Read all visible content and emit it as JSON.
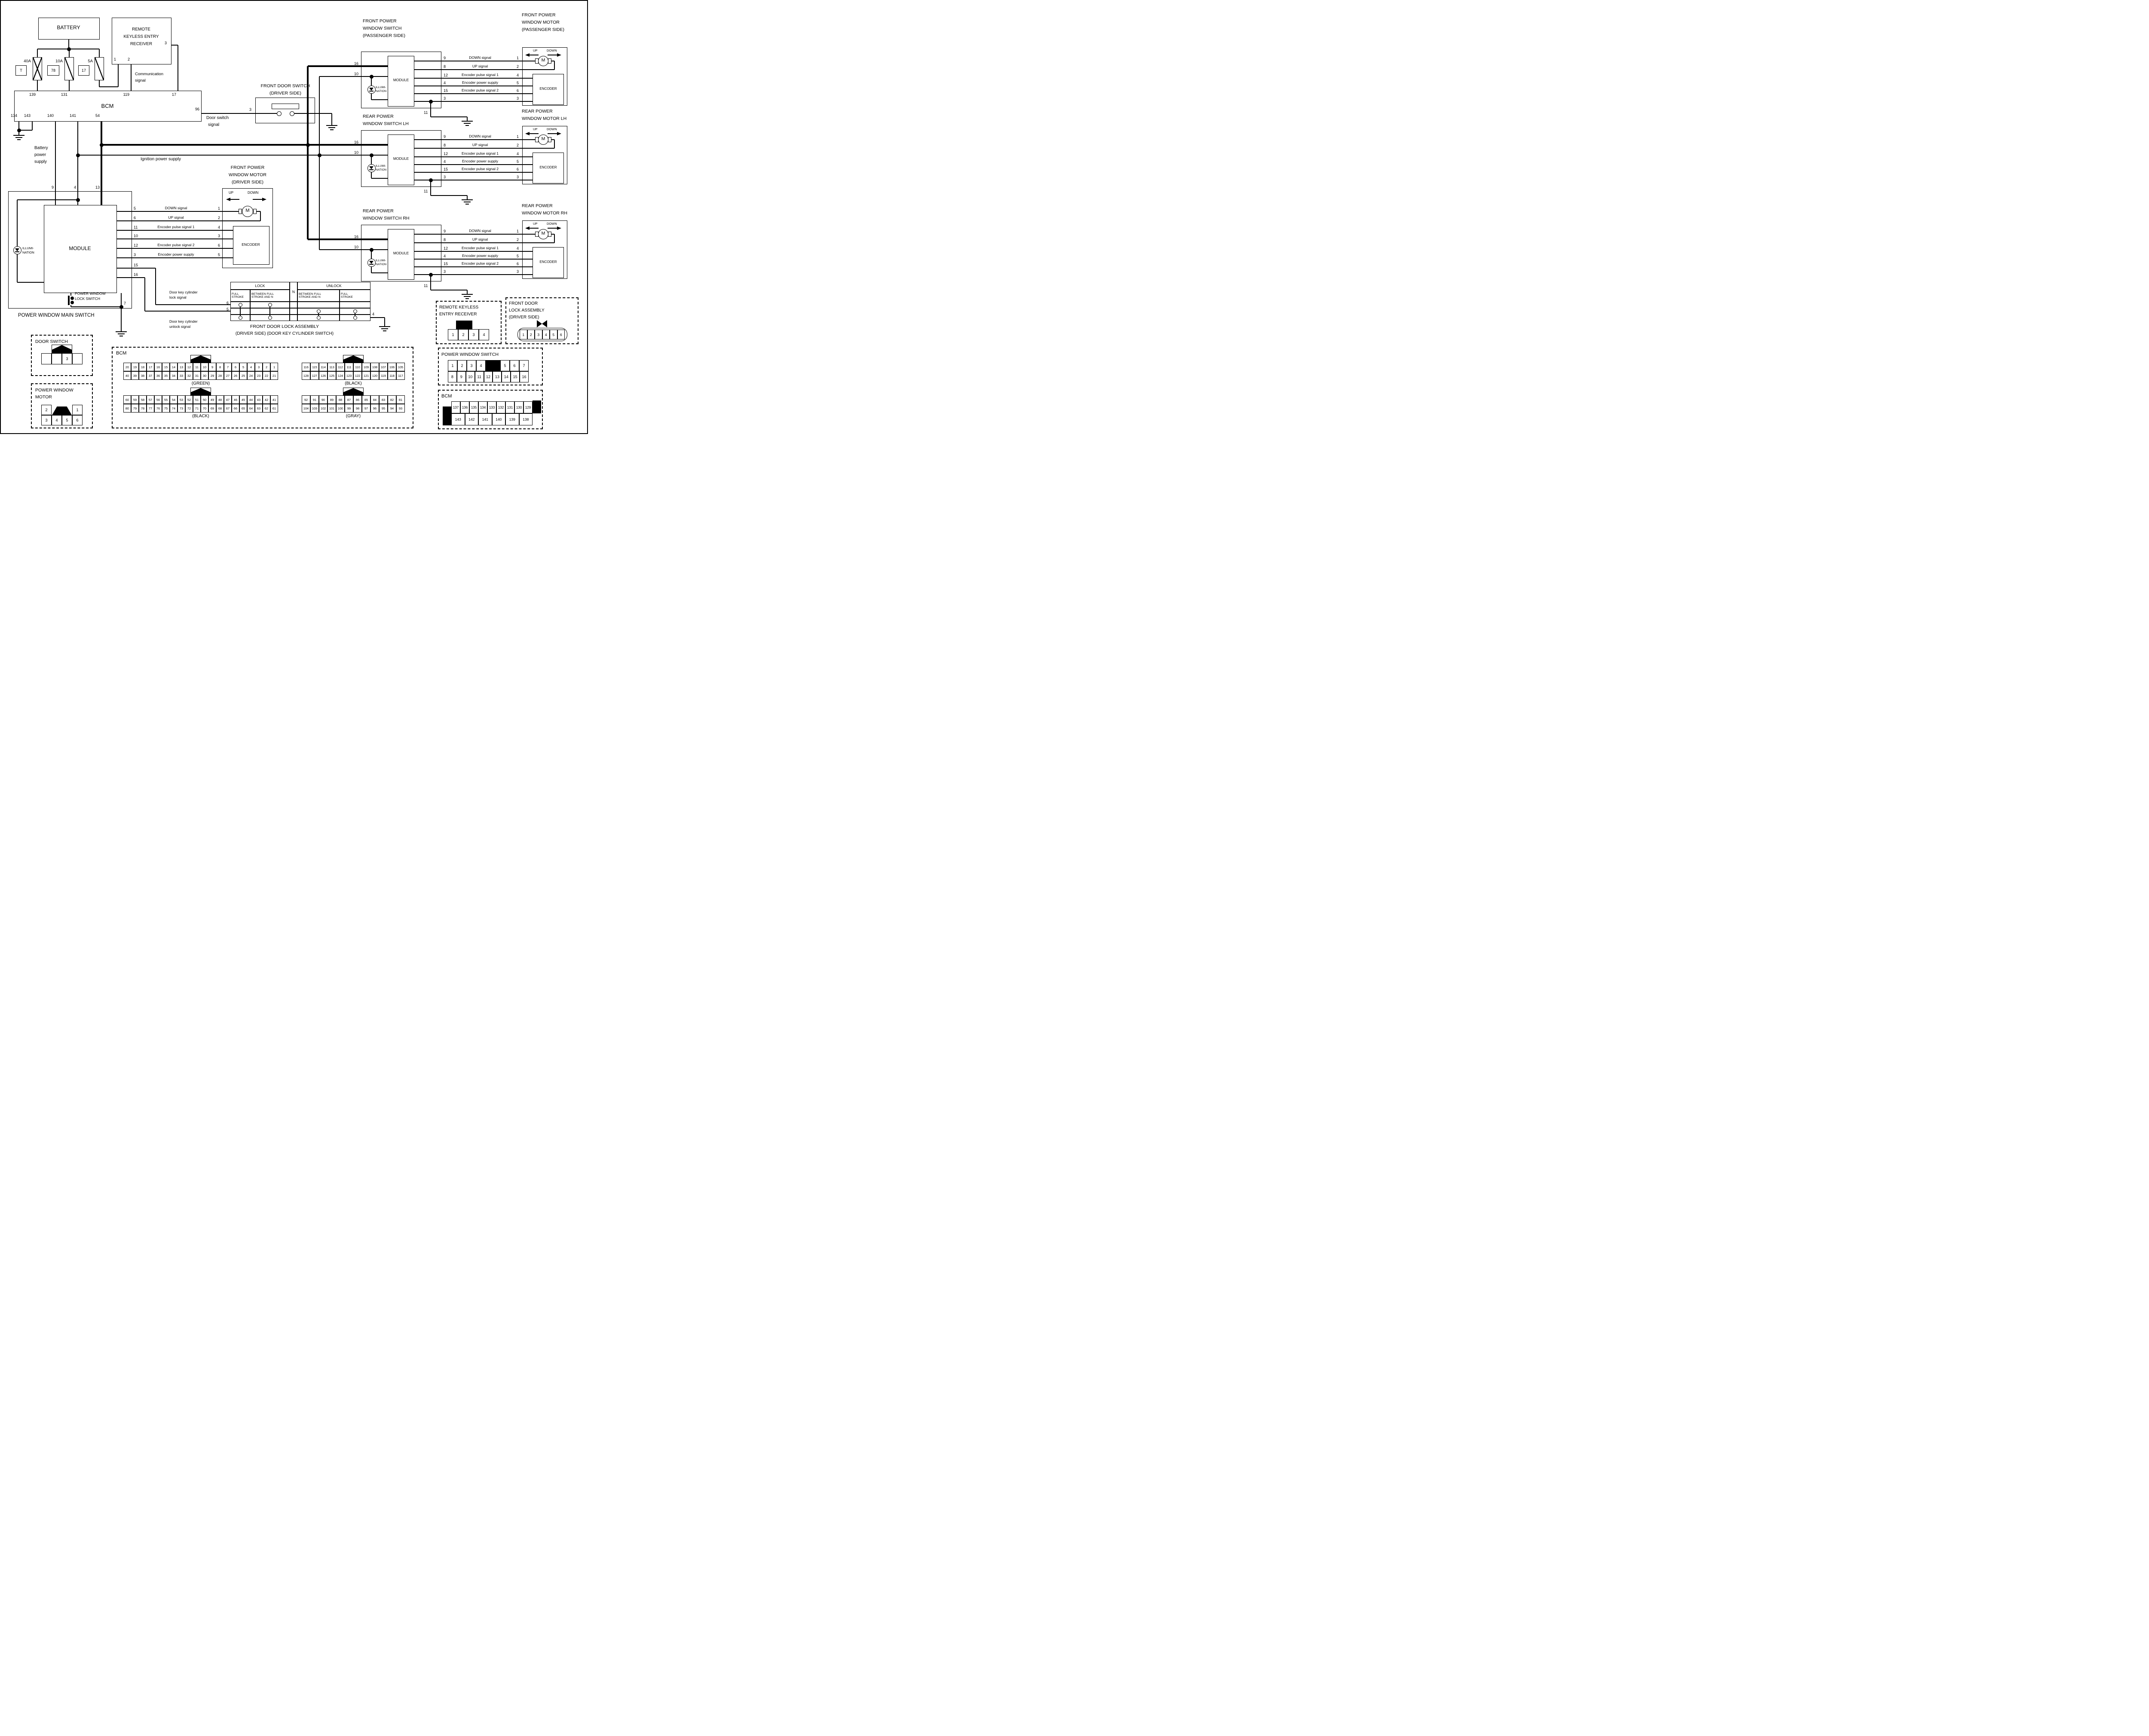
{
  "diagram": {
    "battery": "BATTERY",
    "rke": {
      "title": [
        "REMOTE",
        "KEYLESS ENTRY",
        "RECEIVER"
      ],
      "pins": [
        "1",
        "2",
        "3"
      ]
    },
    "fuses": [
      {
        "amp": "40A",
        "tag": "T"
      },
      {
        "amp": "10A",
        "tag": "78"
      },
      {
        "amp": "5A",
        "tag": "17"
      }
    ],
    "bcm": {
      "label": "BCM",
      "top_pins": [
        "139",
        "131",
        "119",
        "17"
      ],
      "bottom_pins": [
        "134",
        "143",
        "140",
        "141",
        "54"
      ],
      "right_pin": "96"
    },
    "front_door_switch": {
      "title": [
        "FRONT DOOR SWITCH",
        "(DRIVER SIDE)"
      ],
      "pin": "3"
    },
    "wire_labels": {
      "communication": [
        "Communication",
        "signal"
      ],
      "door_switch": [
        "Door switch",
        "signal"
      ],
      "battery_power": [
        "Battery",
        "power",
        "supply"
      ],
      "ignition": "Ignition power supply",
      "lock": [
        "Door key cylinder",
        "lock signal"
      ],
      "unlock": [
        "Door key cylinder",
        "unlock signal"
      ]
    },
    "main_switch": {
      "caption": "POWER WINDOW MAIN SWITCH",
      "module": "MODULE",
      "illumination": [
        "ILLUMI-",
        "NATION"
      ],
      "lock_switch": [
        "POWER WINDOW",
        "LOCK SWITCH"
      ],
      "top_pins": [
        "9",
        "4",
        "13"
      ],
      "rows": [
        {
          "sw": "5",
          "label": "DOWN signal",
          "mt": "1"
        },
        {
          "sw": "6",
          "label": "UP signal",
          "mt": "2"
        },
        {
          "sw": "11",
          "label": "Encoder pulse signal 1",
          "mt": "4"
        },
        {
          "sw": "10",
          "label": "",
          "mt": "3"
        },
        {
          "sw": "12",
          "label": "Encoder pulse signal 2",
          "mt": "6"
        },
        {
          "sw": "3",
          "label": "Encoder power supply",
          "mt": "5"
        }
      ],
      "aux_pins": [
        "15",
        "16"
      ],
      "ground_pin": "7"
    },
    "driver_motor": {
      "title": [
        "FRONT POWER",
        "WINDOW MOTOR",
        "(DRIVER SIDE)"
      ],
      "up": "UP",
      "down": "DOWN",
      "motor": "M",
      "encoder": "ENCODER"
    },
    "group_common": {
      "module": "MODULE",
      "illumination": [
        "ILLUMI-",
        "NATION"
      ],
      "left_pins": [
        "16",
        "10"
      ],
      "bottom_pin": "11",
      "up": "UP",
      "down": "DOWN",
      "motor": "M",
      "encoder": "ENCODER",
      "rows": [
        {
          "sw": "9",
          "label": "DOWN signal",
          "mt": "1"
        },
        {
          "sw": "8",
          "label": "UP signal",
          "mt": "2"
        },
        {
          "sw": "12",
          "label": "Encoder pulse signal 1",
          "mt": "4"
        },
        {
          "sw": "4",
          "label": "Encoder power supply",
          "mt": "5"
        },
        {
          "sw": "15",
          "label": "Encoder pulse signal 2",
          "mt": "6"
        },
        {
          "sw": "3",
          "label": "",
          "mt": "3"
        }
      ]
    },
    "groups": [
      {
        "title": [
          "FRONT POWER",
          "WINDOW SWITCH",
          "(PASSENGER SIDE)"
        ],
        "motor_title": [
          "FRONT POWER",
          "WINDOW MOTOR",
          "(PASSENGER SIDE)"
        ]
      },
      {
        "title": [
          "REAR POWER",
          "WINDOW SWITCH LH"
        ],
        "motor_title": [
          "REAR POWER",
          "WINDOW MOTOR LH"
        ]
      },
      {
        "title": [
          "REAR POWER",
          "WINDOW SWITCH RH"
        ],
        "motor_title": [
          "REAR POWER",
          "WINDOW MOTOR RH"
        ]
      }
    ],
    "lock_table": {
      "header": {
        "lock": "LOCK",
        "n": "N",
        "unlock": "UNLOCK"
      },
      "sub": [
        [
          "FULL",
          "STROKE"
        ],
        [
          "BETWEEN FULL",
          "STROKE AND N"
        ],
        [
          "BETWEEN FULL",
          "STROKE AND N"
        ],
        [
          "FULL",
          "STROKE"
        ]
      ],
      "left_pins": [
        "6",
        "5"
      ],
      "right_pin": "4",
      "title": [
        "FRONT DOOR LOCK ASSEMBLY",
        "(DRIVER SIDE) (DOOR KEY CYLINDER SWITCH)"
      ]
    },
    "panels": {
      "door_switch": {
        "title": "DOOR SWITCH",
        "cells": [
          "",
          "",
          "3",
          ""
        ]
      },
      "pw_motor": {
        "title": [
          "POWER WINDOW",
          "MOTOR"
        ],
        "top": [
          "2",
          "1"
        ],
        "bottom": [
          "3",
          "4",
          "5",
          "6"
        ]
      },
      "bcm": {
        "label": "BCM",
        "connectors": [
          {
            "caption": "(GREEN)",
            "rows": [
              [
                20,
                19,
                18,
                17,
                16,
                15,
                14,
                13,
                12,
                11,
                10,
                9,
                8,
                7,
                6,
                5,
                4,
                3,
                2,
                1
              ],
              [
                40,
                39,
                38,
                37,
                36,
                35,
                34,
                33,
                32,
                31,
                30,
                29,
                28,
                27,
                26,
                25,
                24,
                23,
                22,
                21
              ]
            ]
          },
          {
            "caption": "(BLACK)",
            "rows": [
              [
                60,
                59,
                58,
                57,
                56,
                55,
                54,
                53,
                52,
                51,
                50,
                49,
                48,
                47,
                46,
                45,
                44,
                43,
                42,
                41
              ],
              [
                80,
                79,
                78,
                77,
                76,
                75,
                74,
                73,
                72,
                71,
                70,
                69,
                68,
                67,
                66,
                65,
                64,
                63,
                62,
                61
              ]
            ]
          },
          {
            "caption": "(BLACK)",
            "rows": [
              [
                116,
                115,
                114,
                113,
                112,
                111,
                110,
                109,
                108,
                107,
                106,
                105
              ],
              [
                128,
                127,
                126,
                125,
                124,
                123,
                122,
                121,
                120,
                119,
                118,
                117
              ]
            ]
          },
          {
            "caption": "(GRAY)",
            "rows": [
              [
                92,
                91,
                90,
                89,
                88,
                87,
                86,
                85,
                84,
                83,
                82,
                81
              ],
              [
                104,
                103,
                102,
                101,
                100,
                99,
                98,
                97,
                96,
                95,
                94,
                93
              ]
            ]
          }
        ]
      },
      "rke": {
        "title": [
          "REMOTE KEYLESS",
          "ENTRY RECEIVER"
        ],
        "cells": [
          "1",
          "2",
          "3",
          "4"
        ]
      },
      "fdla": {
        "title": [
          "FRONT DOOR",
          "LOCK ASSEMBLY",
          "(DRIVER SIDE)"
        ],
        "cells": [
          "1",
          "2",
          "3",
          "4",
          "5",
          "6"
        ]
      },
      "pws": {
        "title": "POWER WINDOW SWITCH",
        "row1": [
          "1",
          "2",
          "3",
          "4",
          "",
          "5",
          "6",
          "7"
        ],
        "row2": [
          "8",
          "9",
          "10",
          "11",
          "12",
          "13",
          "14",
          "15",
          "16"
        ]
      },
      "bcm_small": {
        "label": "BCM",
        "row1": [
          "137",
          "136",
          "135",
          "134",
          "133",
          "132",
          "131",
          "130",
          "129"
        ],
        "row2": [
          "143",
          "142",
          "141",
          "140",
          "139",
          "138"
        ]
      }
    }
  }
}
